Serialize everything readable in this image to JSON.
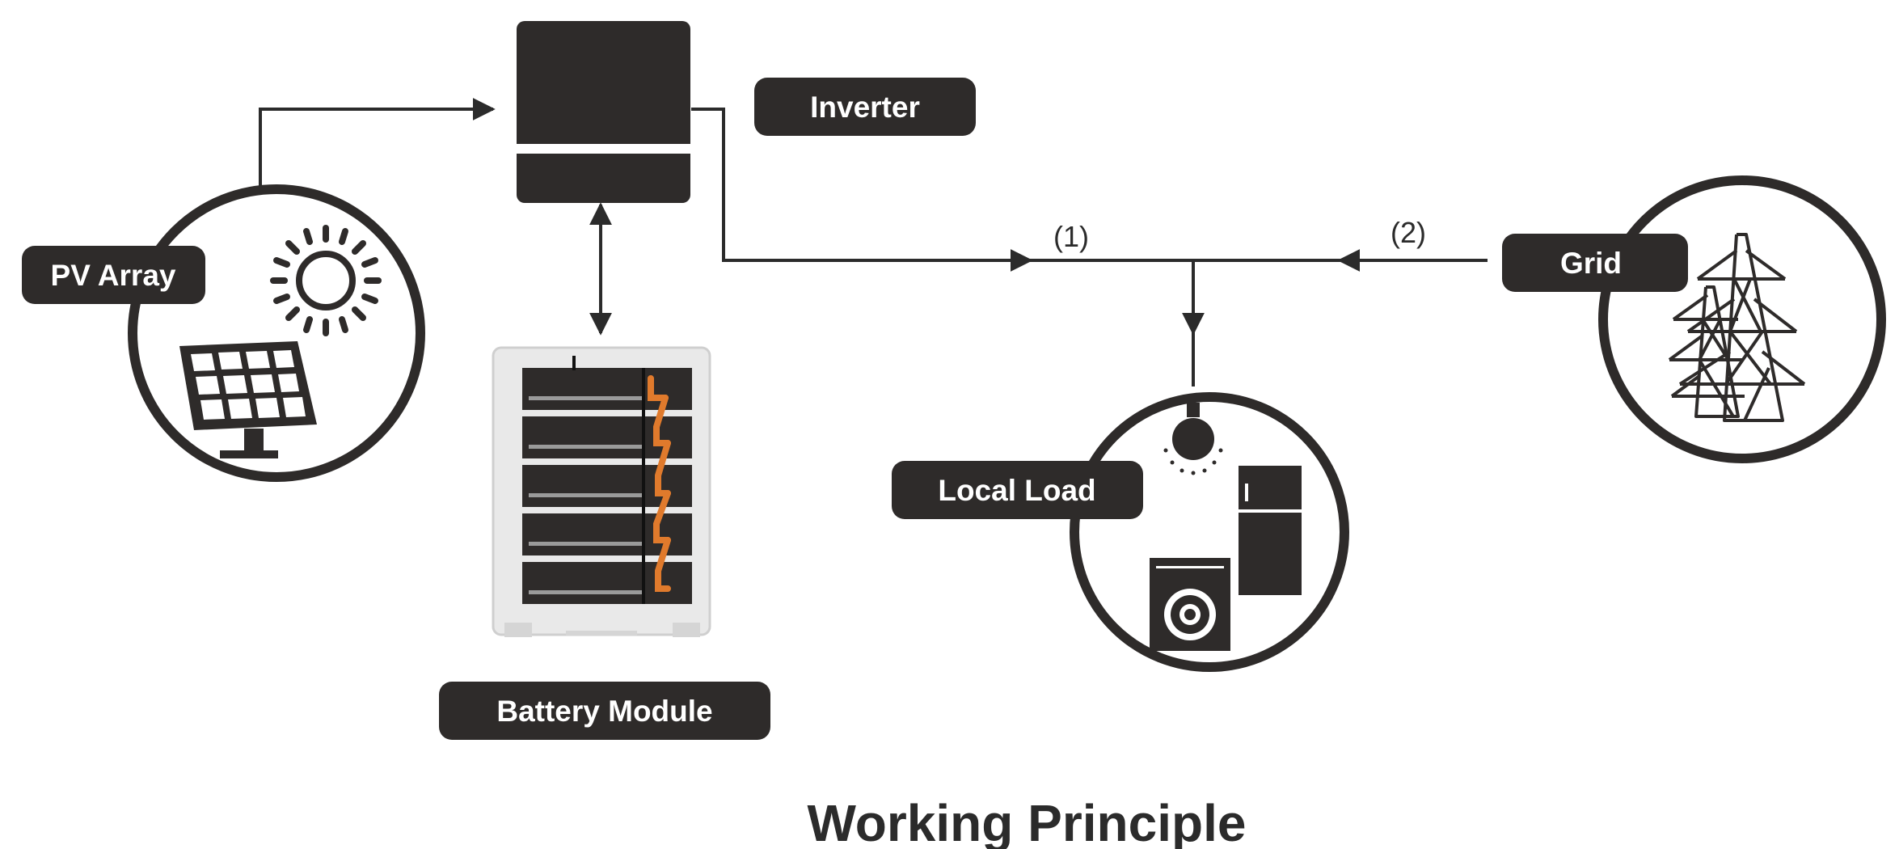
{
  "title": "Working Principle",
  "components": {
    "pv_array": "PV Array",
    "inverter": "Inverter",
    "battery_module": "Battery Module",
    "local_load": "Local Load",
    "grid": "Grid"
  },
  "flows": {
    "inverter_to_load": "(1)",
    "grid_to_load": "(2)"
  },
  "colors": {
    "dark": "#2e2b2a",
    "accent": "#e07a2c",
    "line": "#2b2b2b"
  },
  "icons": [
    "sun-icon",
    "solar-panel-icon",
    "inverter-icon",
    "battery-rack-icon",
    "light-bulb-icon",
    "refrigerator-icon",
    "washing-machine-icon",
    "transmission-tower-icon"
  ]
}
